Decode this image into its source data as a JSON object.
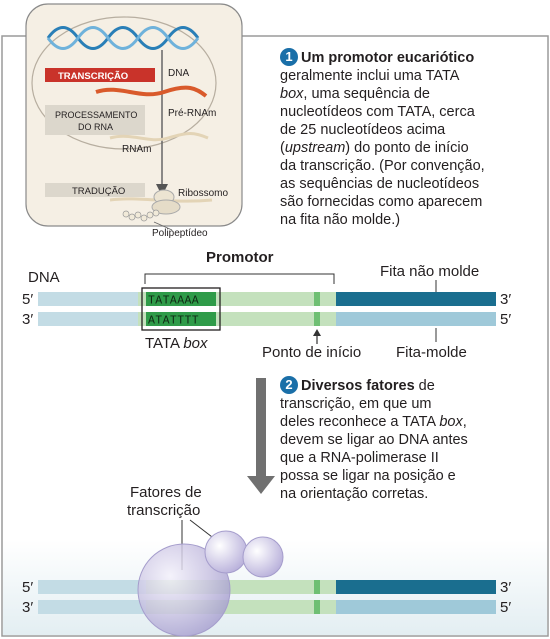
{
  "inset": {
    "dna_label": "DNA",
    "transcricao": "TRANSCRIÇÃO",
    "pre_rnam": "Pré-RNAm",
    "processamento_1": "PROCESSAMENTO",
    "processamento_2": "DO RNA",
    "rnam": "RNAm",
    "traducao": "TRADUÇÃO",
    "ribossomo": "Ribossomo",
    "polipeptideo": "Polipeptídeo"
  },
  "step1": {
    "number": "1",
    "bold": "Um promotor eucariótico",
    "lines": [
      "geralmente inclui uma TATA",
      "box",
      ", uma sequência de",
      "nucleotídeos com TATA, cerca",
      "de 25 nucleotídeos acima",
      "(",
      "upstream",
      ") do ponto de início",
      "da transcrição. (Por convenção,",
      "as sequências de nucleotídeos",
      "são fornecidas como aparecem",
      "na fita não molde.)"
    ]
  },
  "dna_panel": {
    "dna_label": "DNA",
    "promotor": "Promotor",
    "fita_nao_molde": "Fita não molde",
    "top_left": "5′",
    "top_right": "3′",
    "bottom_left": "3′",
    "bottom_right": "5′",
    "top_seq": "TATAAAA",
    "bottom_seq": "ATATTTT",
    "tata": "TATA",
    "box": "box",
    "ponto_inicio": "Ponto de início",
    "fita_molde": "Fita-molde"
  },
  "step2": {
    "number": "2",
    "bold": "Diversos fatores",
    "lines": [
      "de",
      "transcrição, em que um",
      "deles reconhece a TATA",
      "box",
      ",",
      "devem se ligar ao DNA antes",
      "que a RNA-polimerase II",
      "possa se ligar na posição e",
      "na orientação corretas."
    ]
  },
  "bottom_panel": {
    "fatores_1": "Fatores de",
    "fatores_2": "transcrição",
    "top_left": "5′",
    "top_right": "3′",
    "bottom_left": "3′",
    "bottom_right": "5′"
  }
}
